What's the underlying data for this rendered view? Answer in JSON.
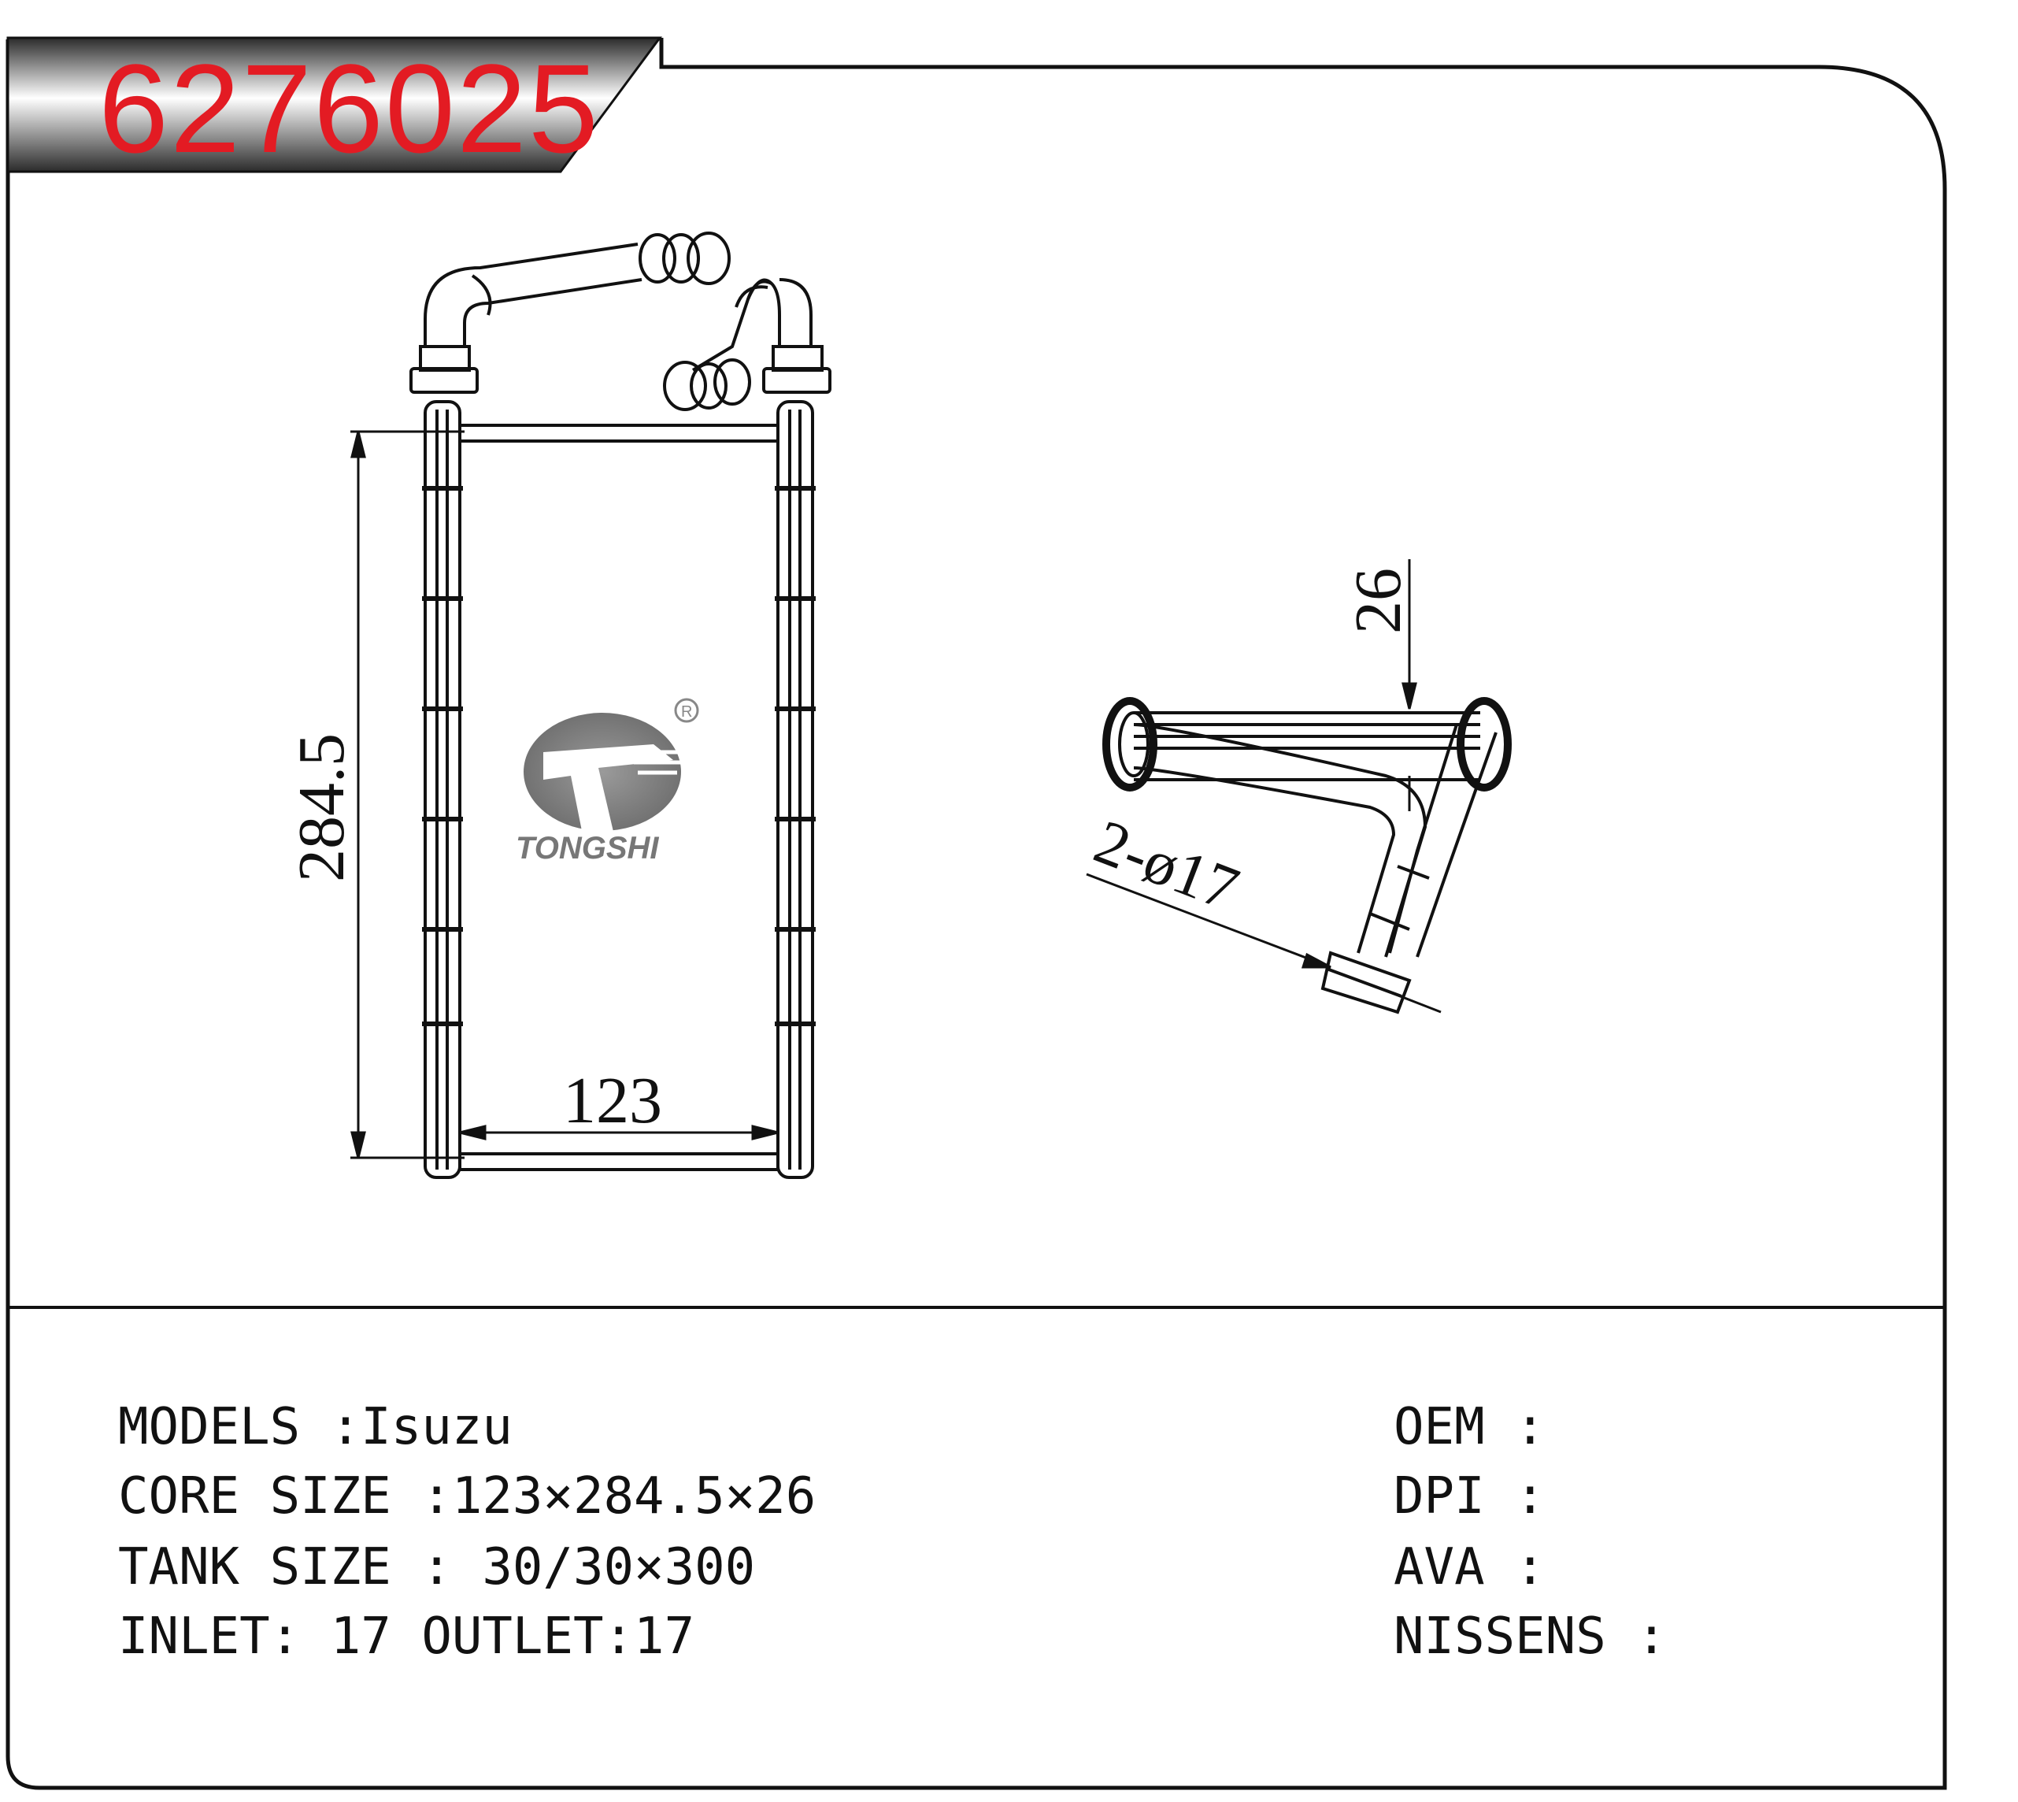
{
  "part_number": "6276025",
  "brand": {
    "logo_text": "TONGSHI",
    "registered_mark": "R"
  },
  "dimensions": {
    "height": "284.5",
    "width": "123",
    "depth": "26",
    "pipes": "2-ø17"
  },
  "specs_left": [
    {
      "label": "MODELS",
      "value": " :Isuzu"
    },
    {
      "label": "CORE SIZE",
      "value": " :123×284.5×26"
    },
    {
      "label": "TANK SIZE",
      "value": " : 30/30×300"
    },
    {
      "label": "INLET",
      "value": ": 17 OUTLET:17"
    }
  ],
  "specs_right": [
    {
      "label": "OEM",
      "value": " :"
    },
    {
      "label": "DPI",
      "value": " :"
    },
    {
      "label": "AVA",
      "value": " :"
    },
    {
      "label": "NISSENS",
      "value": " :"
    }
  ],
  "colors": {
    "part_number": "#e31b23",
    "line": "#111111",
    "logo": "#8a8a8a"
  }
}
